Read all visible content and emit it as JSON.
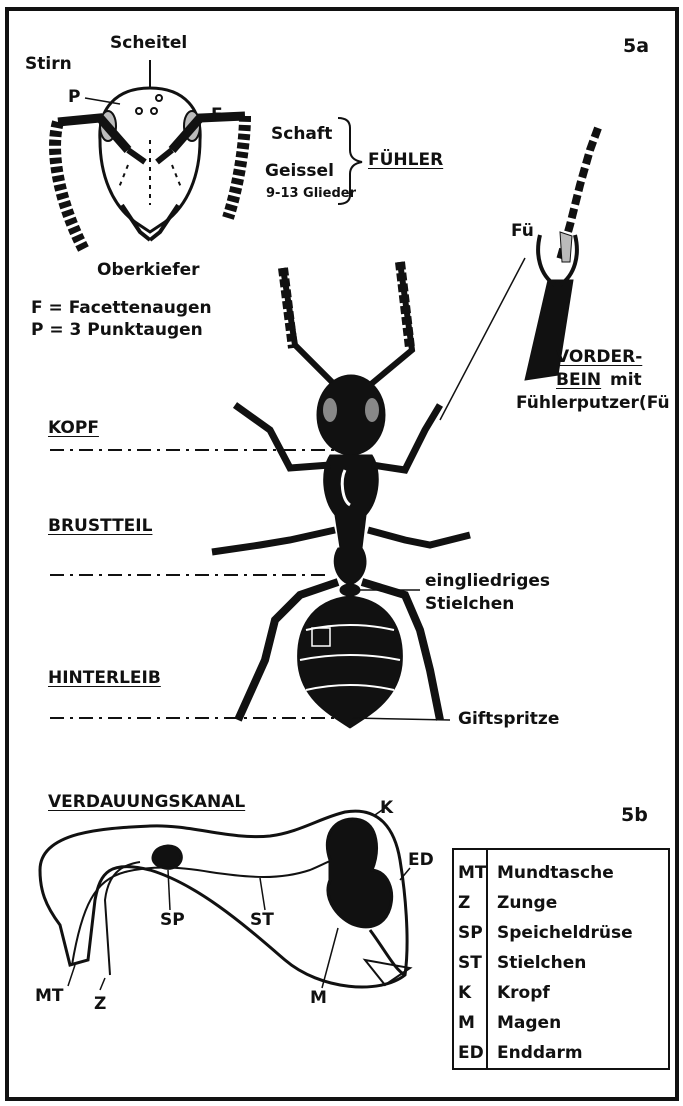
{
  "figure_5a": {
    "number": "5a",
    "head": {
      "stirn": "Stirn",
      "scheitel": "Scheitel",
      "p": "P",
      "f": "F",
      "oberkiefer": "Oberkiefer"
    },
    "antenna": {
      "schaft": "Schaft",
      "geissel": "Geissel",
      "glieder": "9-13 Glieder",
      "title": "FÜHLER"
    },
    "eye_legend": {
      "line1": "F = Facettenaugen",
      "line2": "P = 3 Punktaugen"
    },
    "leg": {
      "fu": "Fü",
      "vorder": "VORDER-",
      "bein": "BEIN",
      "mit": "mit",
      "fuehlerputzer": "Fühlerputzer(Fü"
    },
    "body_parts": {
      "kopf": "KOPF",
      "brustteil": "BRUSTTEIL",
      "hinterleib": "HINTERLEIB"
    },
    "stielchen": {
      "line1": "eingliedriges",
      "line2": "Stielchen"
    },
    "giftspritze": "Giftspritze"
  },
  "figure_5b": {
    "number": "5b",
    "title": "VERDAUUNGSKANAL",
    "labels": {
      "sp": "SP",
      "st": "ST",
      "k": "K",
      "ed": "ED",
      "mt": "MT",
      "z": "Z",
      "m": "M"
    },
    "legend": [
      {
        "code": "MT",
        "name": "Mundtasche"
      },
      {
        "code": "Z",
        "name": "Zunge"
      },
      {
        "code": "SP",
        "name": "Speicheldrüse"
      },
      {
        "code": "ST",
        "name": "Stielchen"
      },
      {
        "code": "K",
        "name": "Kropf"
      },
      {
        "code": "M",
        "name": "Magen"
      },
      {
        "code": "ED",
        "name": "Enddarm"
      }
    ]
  }
}
